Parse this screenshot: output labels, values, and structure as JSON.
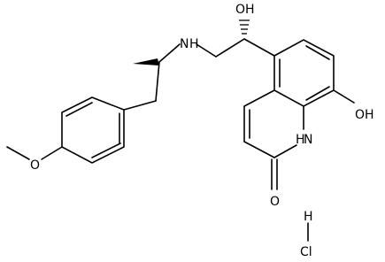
{
  "molecule": {
    "labels": {
      "oh_top": "OH",
      "nh_amine": "N",
      "h_amine": "H",
      "oh_ring": "OH",
      "nh_ring_h": "H",
      "nh_ring_n": "N",
      "carbonyl_o": "O",
      "ether_o": "O",
      "hcl_h": "H",
      "hcl_cl": "Cl"
    }
  }
}
